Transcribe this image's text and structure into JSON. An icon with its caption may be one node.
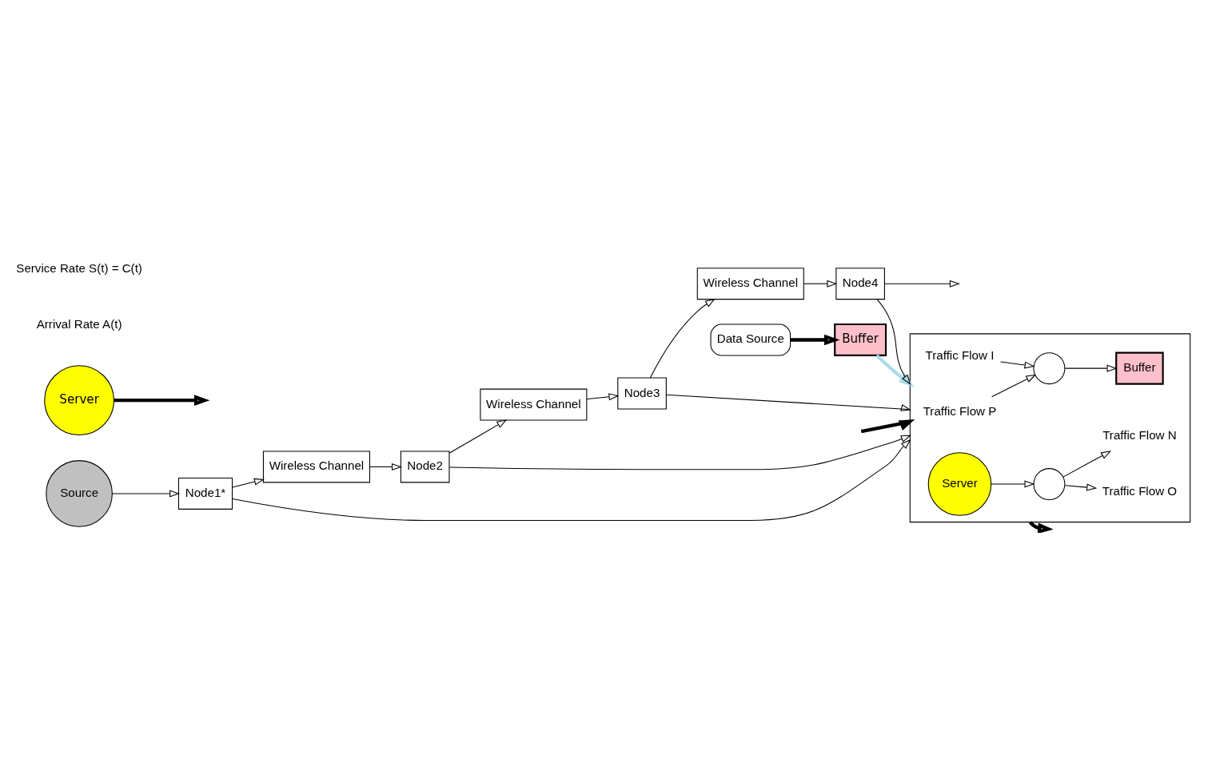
{
  "diagram": {
    "nodes": [
      {
        "text": [
          "Data Source"
        ]
      },
      {
        "text": [
          "Buffer"
        ]
      },
      {
        "text": [
          "Server"
        ]
      },
      {
        "text": [
          "Source"
        ]
      },
      {
        "text": [
          "Node1*"
        ]
      },
      {
        "text": [
          "Wireless Channel"
        ]
      },
      {
        "text": [
          "Node2"
        ]
      },
      {
        "text": [
          "Wireless Channel"
        ]
      },
      {
        "text": [
          "Node3"
        ]
      },
      {
        "text": [
          "Wireless Channel"
        ]
      },
      {
        "text": [
          "Node4"
        ]
      },
      {
        "text": [],
        "shape": "box"
      },
      {
        "text": [
          "Traffic Flow P"
        ],
        "in": 11
      },
      {
        "text": [],
        "shape": "circle",
        "in": 11
      },
      {
        "text": [
          "Traffic Flow I"
        ],
        "in": 11
      },
      {
        "text": [
          "Buffer"
        ],
        "in": 11
      },
      {
        "text": [
          "Server"
        ],
        "in": 11
      },
      {
        "text": [],
        "shape": "circle",
        "in": 11
      },
      {
        "text": [
          "Traffic Flow N"
        ],
        "in": 11
      },
      {
        "text": [
          "Traffic Flow O"
        ],
        "in": 11
      }
    ],
    "edges": [
      {
        "from": 0,
        "to": 1,
        "arrow": "to",
        "style": "thick"
      },
      {
        "from": 2,
        "to": null,
        "arrow": "to",
        "style": "thick"
      },
      {
        "from": 1,
        "to": 11,
        "arrow": "to",
        "style": "thick",
        "color": "#a8dce8"
      },
      {
        "from": 3,
        "to": 4,
        "arrow": "to"
      },
      {
        "from": 4,
        "to": 5,
        "arrow": "to"
      },
      {
        "from": 5,
        "to": 6,
        "arrow": "to"
      },
      {
        "from": 6,
        "to": 7,
        "arrow": "to"
      },
      {
        "from": 7,
        "to": 8,
        "arrow": "to"
      },
      {
        "from": 8,
        "to": 9,
        "arrow": "to"
      },
      {
        "from": 9,
        "to": 10,
        "arrow": "to"
      },
      {
        "from": 10,
        "to": null,
        "arrow": "to"
      },
      {
        "from": 4,
        "to": 11,
        "arrow": "to"
      },
      {
        "from": 6,
        "to": 11,
        "arrow": "to"
      },
      {
        "from": 8,
        "to": 11,
        "arrow": "to"
      },
      {
        "from": 10,
        "to": 11,
        "arrow": "to"
      },
      {
        "from": null,
        "to": 11,
        "arrow": "to",
        "style": "thick"
      },
      {
        "from": 11,
        "to": null,
        "arrow": "to",
        "style": "thick"
      },
      {
        "from": 12,
        "to": 13,
        "arrow": "to"
      },
      {
        "from": 14,
        "to": 13,
        "arrow": "to"
      },
      {
        "from": 13,
        "to": 15,
        "arrow": "to"
      },
      {
        "from": 16,
        "to": 17,
        "arrow": "to"
      },
      {
        "from": 17,
        "to": 18,
        "arrow": "to"
      },
      {
        "from": 17,
        "to": 19,
        "arrow": "to"
      }
    ],
    "labels": [
      "Arrival Rate A(t)",
      "Service Rate S(t) = C(t)"
    ]
  }
}
